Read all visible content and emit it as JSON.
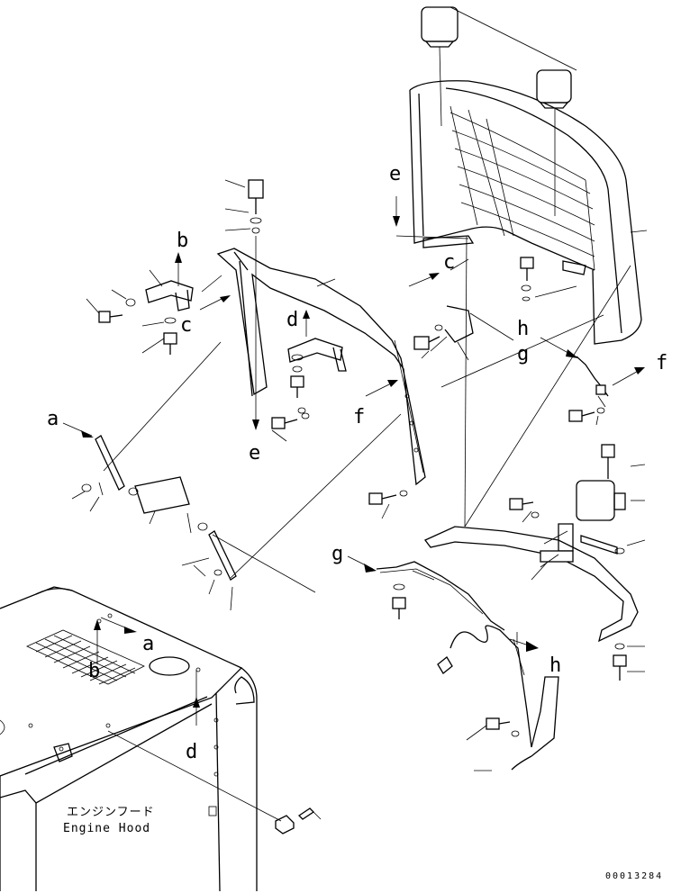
{
  "diagram": {
    "labels": {
      "a": "a",
      "b": "b",
      "c": "c",
      "d": "d",
      "e": "e",
      "f": "f",
      "g": "g",
      "h": "h"
    },
    "hood_caption_jp": "エンジンフード",
    "hood_caption_en": "Engine Hood",
    "figure_number": "00013284"
  }
}
